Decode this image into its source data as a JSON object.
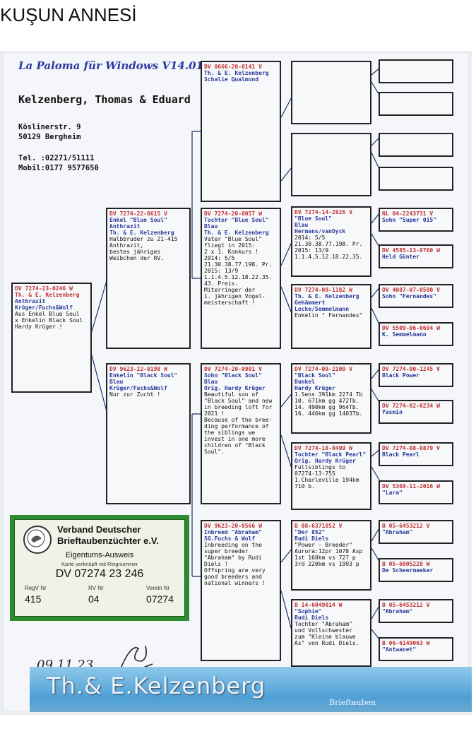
{
  "heading": "KUŞUN ANNESİ",
  "pedigree": {
    "brand": "La Paloma für Windows V14.01",
    "owner": "Kelzenberg, Thomas & Eduard",
    "address_street": "Köslinerstr. 9",
    "address_city": "50129 Bergheim",
    "phone": "Tel. :02271/51111",
    "mobile": "Mobil:0177 9577650",
    "subject": {
      "ring": "DV 7274-23-0246 W",
      "breeder": "Th. & E. Kelzenberg",
      "color": "Anthrazit",
      "line": "Krüger/Fuchs&Wolf",
      "notes": "Aus Enkel Blue Soul\nx Enkelin Black Soul\nHardy Krüger !"
    },
    "father": {
      "ring": "DV 7274-22-0615 V",
      "name": "Enkel \"Blue Soul\"",
      "color": "Anthrazit",
      "breeder": "Th. & E. Kelzenberg",
      "notes": "Halbbruder zu 21-415\nAnthrazit,\nbestes jähriges\nWeibchen der RV."
    },
    "mother": {
      "ring": "DV 9623-22-0198 W",
      "name": "Enkelin \"Black Soul\"",
      "color": "Blau",
      "line": "Krüger/Fuchs&Wolf",
      "notes": "Nur zur Zucht !"
    },
    "ff": {
      "ring": "DV 0666-20-0141 V",
      "breeder": "Th. & E. Kelzenberg",
      "notes": "Schalie Qualmond"
    },
    "fm": {
      "ring": "DV 7274-20-0057 W",
      "name": "Tochter \"Blue Soul\"",
      "color": "Blau",
      "breeder": "Th. & E. Kelzenberg",
      "notes": "Vater \"Blue Soul\"\nfliegt in 2015:\n2 x 1. Konkurs !\n2014: 5/5\n21.30.38.77.198. Pr.\n2015: 13/9\n1.1.4.5.12.18.22.35.\n43. Preis.\nMiterringer der\n1. jährigen Vogel-\nmeisterschaft !"
    },
    "mf": {
      "ring": "DV 7274-20-0901 V",
      "name": "Sohn \"Black Soul\"",
      "color": "Blau",
      "origin": "Orig. Hardy Krüger",
      "notes": "Beautiful son of\n\"Black Soul\" and new\nin breeding loft for\n2021 !\nBecause of the bree-\nding performance of\nthe siblings we\ninvest in one more\nchildren of \"Black\nSoul\"."
    },
    "mm": {
      "ring": "DV 9623-20-0566 W",
      "name": "Inbreed \"Abraham\"",
      "line": "SG.Fuchs & Wolf",
      "notes": "Inbreeding on the\nsuper breeder\n\"Abraham\" by Rudi\nDiels !\nOffspring are very\ngood breeders and\nnational winners !"
    },
    "fmf": {
      "ring": "DV 7274-14-2826 V",
      "name": "\"Blue Soul\"",
      "color": "Blau",
      "breeder": "Hermans/vanDyck",
      "notes": "2014: 5/5\n21.30.38.77.198. Pr.\n2015: 13/9\n1.1.4.5.12.18.22.35."
    },
    "fmm": {
      "ring": "DV 7274-09-1182 W",
      "breeder": "Th. & E. Kelzenberg",
      "color": "Gehämmert",
      "line": "Lecke/Semmelmann",
      "notes": "Enkelin \" Fernandes\""
    },
    "mff": {
      "ring": "DV 7274-09-2100 V",
      "name": "\"Black Soul\"",
      "color": "Dunkel",
      "breeder": "Hardy Krüger",
      "notes": "1.Sens 391km 2274 Tb\n10. 671km gg  472Tb.\n14. 490km gg  964Tb.\n16. 446km gg 1403Tb."
    },
    "mfm": {
      "ring": "DV 7274-18-0499 W",
      "name": "Tochter \"Black Pearl\"",
      "origin": "Orig. Hardy Krüger",
      "notes": "Fullsiblings to\n07274-13-755\n1.Charleville 194km\n710 b."
    },
    "mmf": {
      "ring": "B  08-6371852 V",
      "name": "\"Der 852\"",
      "breeder": "Rudi Diels",
      "notes": "\"Power - Breeder\"\nAurora:12pr 1078 Asp\n1st 160km vs  727 p\n3rd 220km vs 1993 p"
    },
    "mmm": {
      "ring": "B  14-6049014 W",
      "name": "\"Sophie\"",
      "breeder": "Rudi Diels",
      "notes": "Tochter \"Abraham\"\nund Vollschwester\nzum \"Kleine blauwe\nAs\" von Rudi Diels."
    },
    "g5": [
      {
        "ring": "",
        "name": ""
      },
      {
        "ring": "",
        "name": ""
      },
      {
        "ring": "",
        "name": ""
      },
      {
        "ring": "",
        "name": ""
      },
      {
        "ring": "NL 04-2243731 V",
        "name": "Sohn \"Super 015\""
      },
      {
        "ring": "DV 4585-13-0760 W",
        "name": "Held Günter"
      },
      {
        "ring": "DV 4087-07-0590 V",
        "name": "Sohn \"Fernandes\""
      },
      {
        "ring": "DV 5509-06-0694 W",
        "name": "K. Semmelmann"
      },
      {
        "ring": "DV 7274-00-1245 V",
        "name": "Black Power"
      },
      {
        "ring": "DV 7274-02-0234 W",
        "name": "Yasmin"
      },
      {
        "ring": "DV 7274-08-0879 V",
        "name": "Black Pearl"
      },
      {
        "ring": "DV 5369-11-2016 W",
        "name": "\"Lara\""
      },
      {
        "ring": "B  05-6453212 V",
        "name": "\"Abraham\""
      },
      {
        "ring": "B  05-6005228 W",
        "name": "De Scheermaeker"
      },
      {
        "ring": "B  05-6453212 V",
        "name": "\"Abraham\""
      },
      {
        "ring": "B  06-6149063 W",
        "name": "\"Antwanet\""
      }
    ]
  },
  "badge": {
    "org_line1": "Verband Deutscher",
    "org_line2": "Brieftaubenzüchter e.V.",
    "title": "Eigentums-Ausweis",
    "note": "Karte verknüpft mit Ringnummer",
    "ring": "DV 07274 23 246",
    "label_reg": "RegV Nr",
    "label_rv": "RV Nr",
    "label_verein": "Verein Nr",
    "reg": "415",
    "rv": "04",
    "verein": "07274"
  },
  "handwritten_date": "09.11.23",
  "banner": {
    "text": "Th.& E.Kelzenberg",
    "sub": "Brieftauben"
  }
}
